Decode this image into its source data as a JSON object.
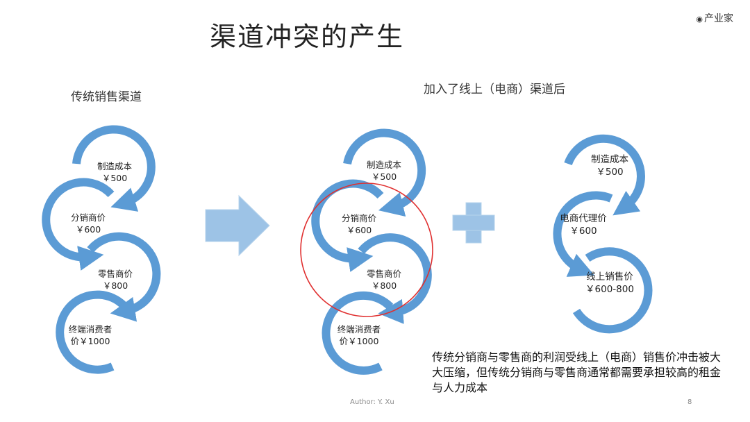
{
  "title": "渠道冲突的产生",
  "watermark": "产业家",
  "watermark_mark": "◉",
  "left_panel": {
    "heading": "传统销售渠道",
    "nodes": [
      {
        "line1": "制造成本",
        "line2": "￥500"
      },
      {
        "line1": "分销商价",
        "line2": "￥600"
      },
      {
        "line1": "零售商价",
        "line2": "￥800"
      },
      {
        "line1": "终端消费者",
        "line2": "价￥1000"
      }
    ]
  },
  "right_heading": "加入了线上（电商）渠道后",
  "middle_panel": {
    "nodes": [
      {
        "line1": "制造成本",
        "line2": "￥500"
      },
      {
        "line1": "分销商价",
        "line2": "￥600"
      },
      {
        "line1": "零售商价",
        "line2": "￥800"
      },
      {
        "line1": "终端消费者",
        "line2": "价￥1000"
      }
    ]
  },
  "online_panel": {
    "nodes": [
      {
        "line1": "制造成本",
        "line2": "￥500"
      },
      {
        "line1": "电商代理价",
        "line2": "￥600"
      },
      {
        "line1": "线上销售价",
        "line2": "￥600-800"
      }
    ]
  },
  "note": "传统分销商与零售商的利润受线上（电商）销售价冲击被大大压缩，但传统分销商与零售商通常都需要承担较高的租金与人力成本",
  "footer": {
    "author": "Author: Y. Xu",
    "page": "8"
  },
  "colors": {
    "arc": "#5b9bd5",
    "arrow": "#9dc3e6",
    "circle": "#e03030"
  }
}
